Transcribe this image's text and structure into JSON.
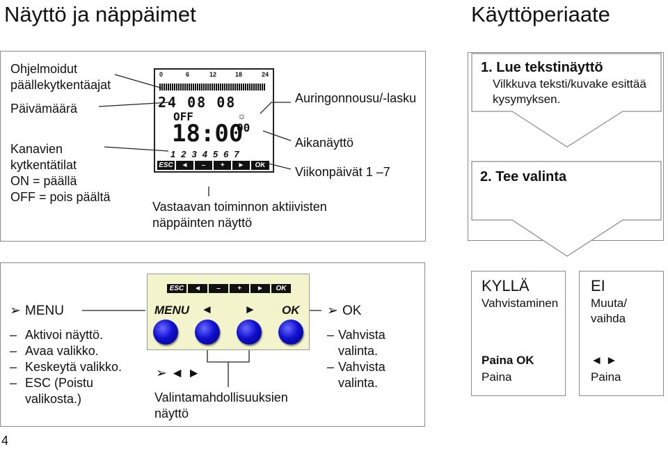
{
  "page": {
    "title_left": "Näyttö ja näppäimet",
    "title_right": "Käyttöperiaate",
    "page_number": "4"
  },
  "display_panel": {
    "left_labels": {
      "programmed": "Ohjelmoidut päällekytkentäajat",
      "date": "Päivämäärä",
      "channels": "Kanavien kytkentätilat",
      "on": "ON = päällä",
      "off": "OFF = pois päältä"
    },
    "right_labels": {
      "sunrise": "Auringonnousu/-lasku",
      "time": "Aikanäyttö",
      "weekdays": "Viikonpäivät 1 –7"
    },
    "bottom_label": "Vastaavan toiminnon aktiivisten näppäinten näyttö",
    "lcd": {
      "hours_scale": [
        "0",
        "6",
        "12",
        "18",
        "24"
      ],
      "date": "24 08 08",
      "off": "OFF",
      "time": "18:00",
      "seconds": "00",
      "weekdays": [
        "1",
        "2",
        "3",
        "4",
        "5",
        "6",
        "7"
      ],
      "keys": [
        "ESC",
        "◄",
        "–",
        "+",
        "►",
        "OK"
      ]
    }
  },
  "principle": {
    "step1_title": "1. Lue tekstinäyttö",
    "step1_text": "Vilkkuva teksti/kuvake esittää kysymyksen.",
    "step2_title": "2. Tee valinta"
  },
  "keys_panel": {
    "menu_heading": "MENU",
    "menu_items": [
      "Aktivoi näyttö.",
      "Avaa valikko.",
      "Keskeytä valikko.",
      "ESC (Poistu valikosta.)"
    ],
    "device": {
      "keys": [
        "ESC",
        "◄",
        "–",
        "+",
        "►",
        "OK"
      ],
      "labels": [
        "MENU",
        "◄",
        "►",
        "OK"
      ]
    },
    "arrows_row": "➢ ◄ ►",
    "selection_label": "Valintamahdollisuuksien näyttö",
    "ok_heading": "OK",
    "ok_items": [
      "Vahvista valinta.",
      "Vahvista valinta."
    ]
  },
  "yes_no": {
    "yes_title": "KYLLÄ",
    "yes_sub": "Vahvistaminen",
    "yes_press": "Paina OK",
    "yes_press2": "Paina",
    "no_title": "EI",
    "no_sub": "Muuta/ vaihda",
    "no_arrows": "◄ ►",
    "no_press": "Paina"
  }
}
